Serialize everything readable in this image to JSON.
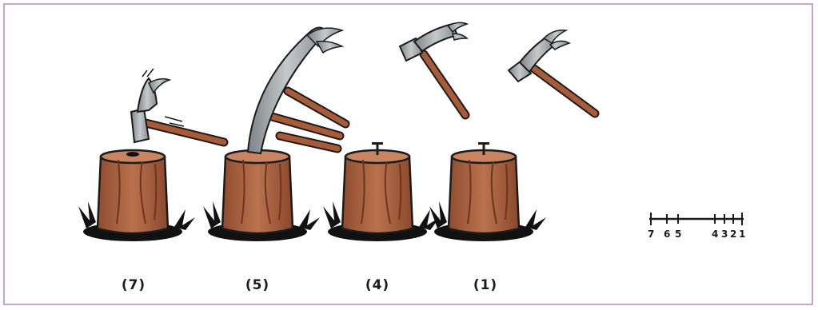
{
  "colors": {
    "frame": "#c4a6cf",
    "wood": "#b0694a",
    "wood_dark": "#7a3f24",
    "handle": "#a85b38",
    "metal": "#9aa0a3",
    "ink": "#1b1b1b"
  },
  "panels": [
    {
      "label": "(7)"
    },
    {
      "label": "(5)"
    },
    {
      "label": "(4)"
    },
    {
      "label": "(1)"
    }
  ],
  "scale": {
    "ticks": [
      "7",
      "6",
      "5",
      "4",
      "3",
      "2",
      "1"
    ],
    "text": "7 6 5   4 3 2 1"
  }
}
